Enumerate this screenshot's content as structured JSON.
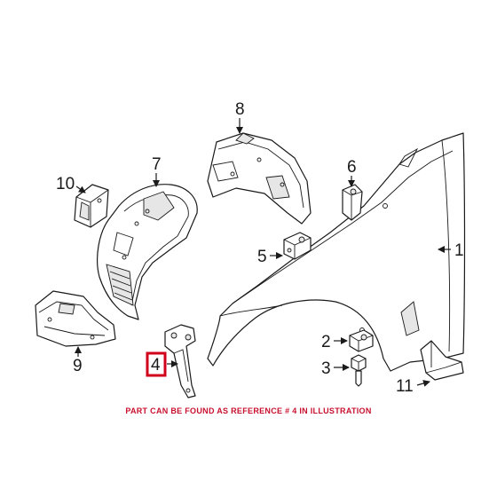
{
  "callouts": {
    "c1": "1",
    "c2": "2",
    "c3": "3",
    "c4": "4",
    "c5": "5",
    "c6": "6",
    "c7": "7",
    "c8": "8",
    "c9": "9",
    "c10": "10",
    "c11": "11"
  },
  "note": "PART CAN BE FOUND AS REFERENCE # 4 IN ILLUSTRATION",
  "colors": {
    "highlight": "#d0021b",
    "note": "#c8102e",
    "line": "#1a1a1a"
  }
}
